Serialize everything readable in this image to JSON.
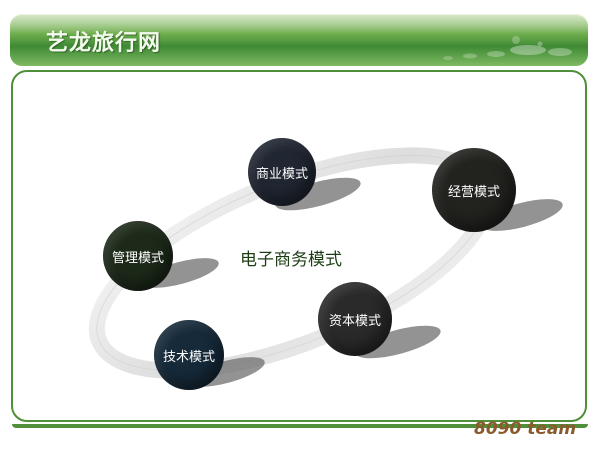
{
  "header": {
    "title": "艺龙旅行网"
  },
  "diagram": {
    "center_label": "电子商务模式",
    "nodes": [
      {
        "label": "商业模式",
        "color": "#202632"
      },
      {
        "label": "经营模式",
        "color": "#22231f"
      },
      {
        "label": "管理模式",
        "color": "#1d2a1a"
      },
      {
        "label": "资本模式",
        "color": "#2a2a2a"
      },
      {
        "label": "技术模式",
        "color": "#162a3a"
      }
    ]
  },
  "footer": {
    "team": "8090 team"
  },
  "colors": {
    "header_green": "#4f8f3a",
    "frame_green": "#4f8f3a",
    "team_text": "#8a5a2c"
  }
}
